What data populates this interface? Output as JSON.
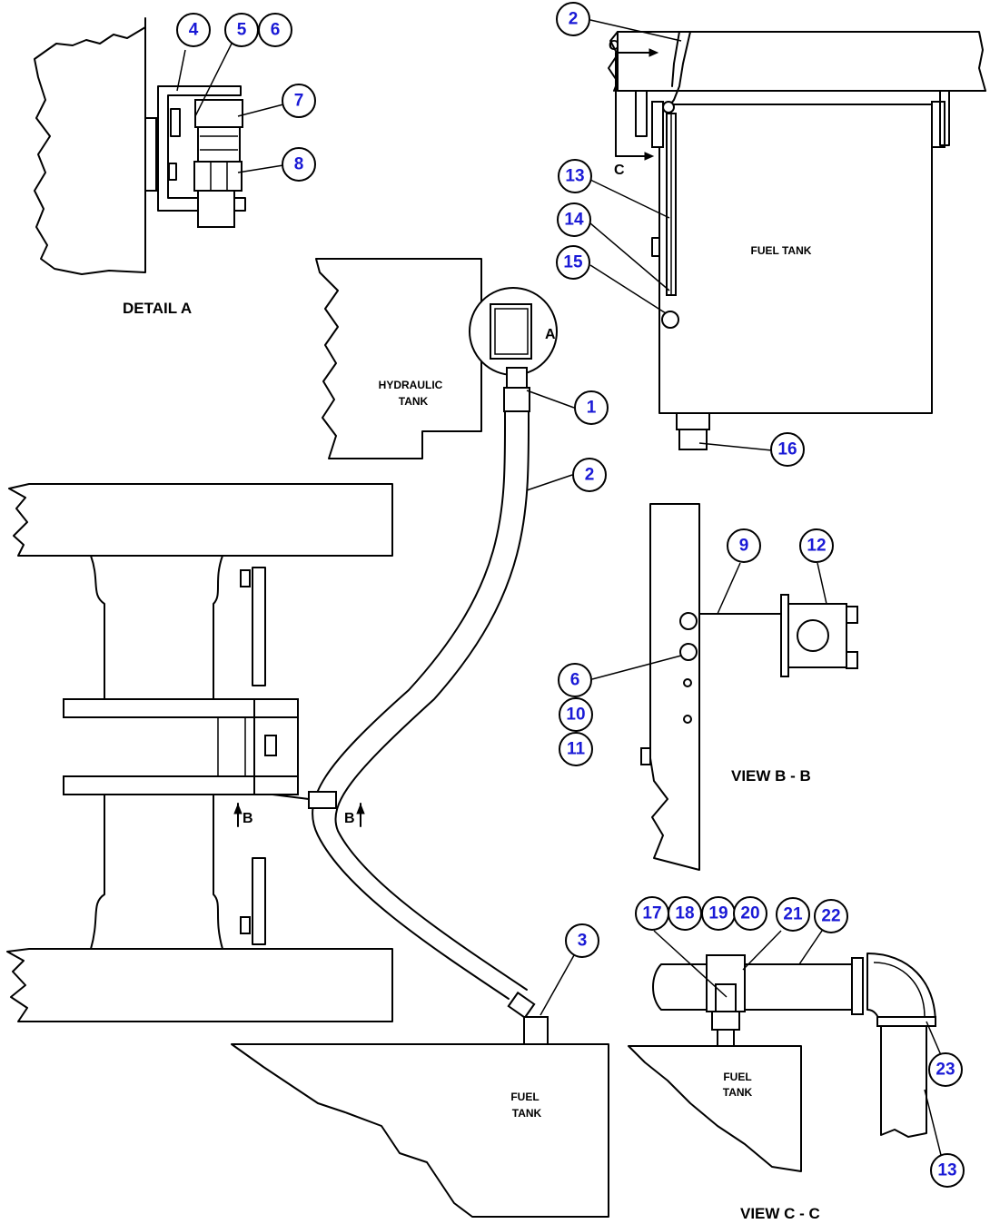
{
  "labels": {
    "detail_a": "DETAIL A",
    "view_bb": "VIEW B - B",
    "view_cc": "VIEW C - C",
    "hydraulic_tank_1": "HYDRAULIC",
    "hydraulic_tank_2": "TANK",
    "fuel_tank_main": "FUEL TANK",
    "fuel_tank_center_1": "FUEL",
    "fuel_tank_center_2": "TANK",
    "fuel_tank_cc_1": "FUEL",
    "fuel_tank_cc_2": "TANK",
    "section_a": "A",
    "section_b_left": "B",
    "section_b_right": "B",
    "section_c_top": "C",
    "section_c_bottom": "C"
  },
  "callouts": {
    "c1": "1",
    "c2_top": "2",
    "c2_hose": "2",
    "c3": "3",
    "c4": "4",
    "c5": "5",
    "c6_a": "6",
    "c7": "7",
    "c8": "8",
    "c9": "9",
    "c12": "12",
    "c6_b": "6",
    "c10": "10",
    "c11": "11",
    "c13_top": "13",
    "c14": "14",
    "c15": "15",
    "c16": "16",
    "c17": "17",
    "c18": "18",
    "c19": "19",
    "c20": "20",
    "c21": "21",
    "c22": "22",
    "c23": "23",
    "c13_bottom": "13"
  }
}
